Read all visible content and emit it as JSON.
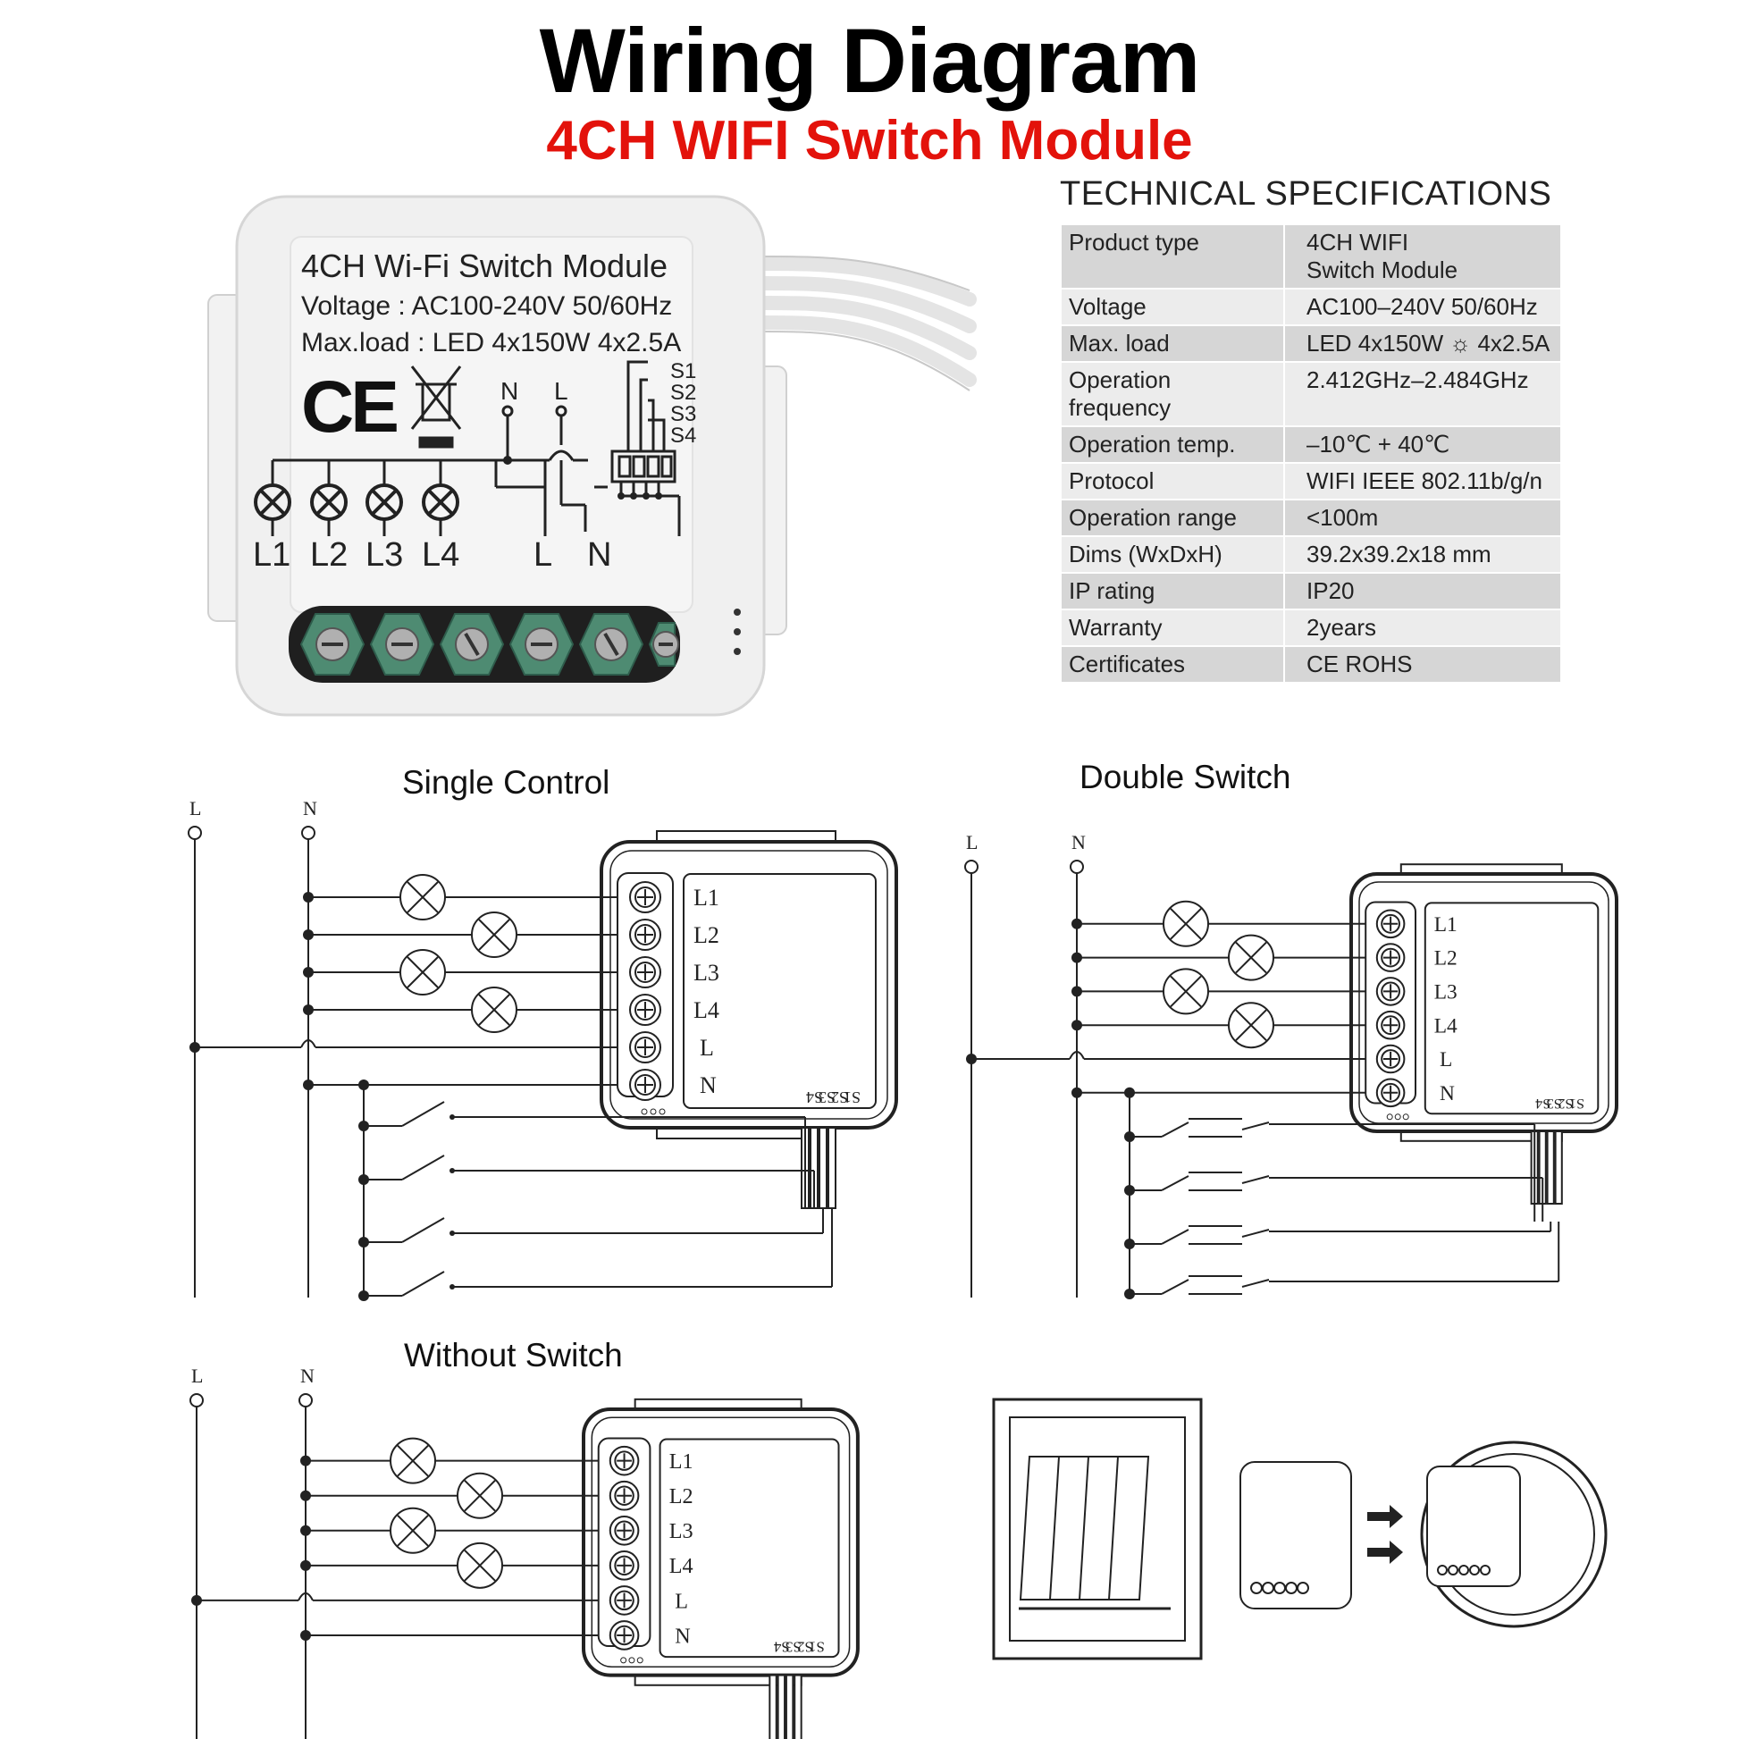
{
  "title": "Wiring Diagram",
  "subtitle": "4CH WIFI Switch Module",
  "device_label": {
    "name": "4CH Wi-Fi Switch Module",
    "voltage": "Voltage : AC100-240V 50/60Hz",
    "max_load": "Max.load : LED 4x150W  4x2.5A",
    "ce": "CE",
    "terminals": [
      "L1",
      "L2",
      "L3",
      "L4",
      "L",
      "N"
    ],
    "top_n": "N",
    "top_l": "L",
    "switch_labels": [
      "S1",
      "S2",
      "S3",
      "S4"
    ]
  },
  "specs": {
    "heading": "TECHNICAL SPECIFICATIONS",
    "rows": [
      {
        "key": "Product type",
        "value": "4CH WIFI\nSwitch Module"
      },
      {
        "key": "Voltage",
        "value": "AC100–240V 50/60Hz"
      },
      {
        "key": "Max. load",
        "value": "LED 4x150W ☼ 4x2.5A"
      },
      {
        "key": "Operation\nfrequency",
        "value": "2.412GHz–2.484GHz"
      },
      {
        "key": "Operation temp.",
        "value": "–10℃ + 40℃"
      },
      {
        "key": "Protocol",
        "value": "WIFI  IEEE 802.11b/g/n"
      },
      {
        "key": "Operation range",
        "value": "<100m"
      },
      {
        "key": "Dims (WxDxH)",
        "value": "39.2x39.2x18 mm"
      },
      {
        "key": "IP rating",
        "value": "IP20"
      },
      {
        "key": "Warranty",
        "value": "2years"
      },
      {
        "key": "Certificates",
        "value": "CE ROHS"
      }
    ]
  },
  "diagrams": {
    "single": {
      "title": "Single Control"
    },
    "double": {
      "title": "Double Switch"
    },
    "without": {
      "title": "Without Switch"
    },
    "line_labels": {
      "l": "L",
      "n": "N"
    },
    "terminals": [
      "L1",
      "L2",
      "L3",
      "L4",
      "L",
      "N"
    ],
    "switch_labels": [
      "S1",
      "S2",
      "S3",
      "S4"
    ]
  }
}
